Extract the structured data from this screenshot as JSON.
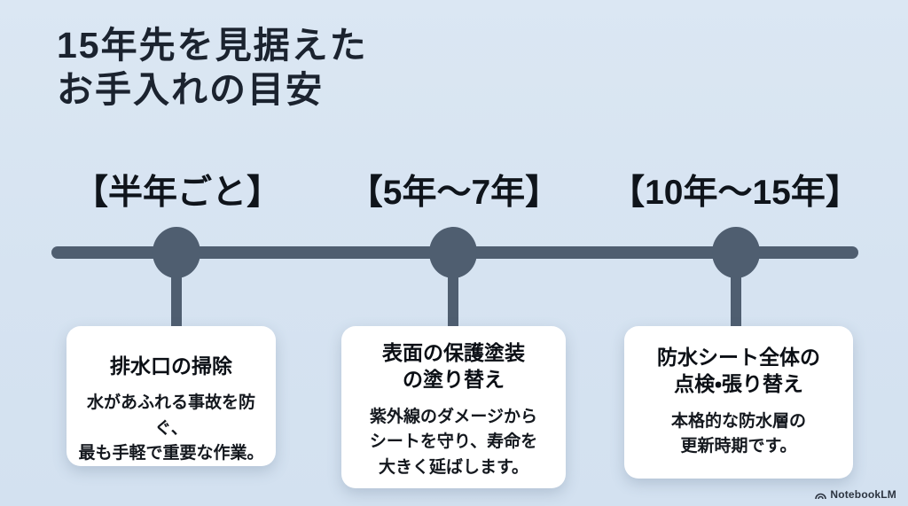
{
  "title": {
    "text": "15年先を見据えた\nお手入れの目安"
  },
  "timeline": {
    "milestones": [
      {
        "interval_label": "【半年ごと】",
        "card_title": "排水口の掃除",
        "card_body": "水があふれる事故を防ぐ、\n最も手軽で重要な作業。"
      },
      {
        "interval_label": "【5年〜7年】",
        "card_title": "表面の保護塗装\nの塗り替え",
        "card_body": "紫外線のダメージから\nシートを守り、寿命を\n大きく延ばします。"
      },
      {
        "interval_label": "【10年〜15年】",
        "card_title": "防水シート全体の\n点検・張り替え",
        "card_body": "本格的な防水層の\n更新時期です。"
      }
    ]
  },
  "footer": {
    "brand": "NotebookLM"
  },
  "colors": {
    "background": "#d6e3f1",
    "timeline": "#4f5e70",
    "title_text": "#1b232f",
    "card_background": "#ffffff",
    "card_text": "#14181e"
  }
}
